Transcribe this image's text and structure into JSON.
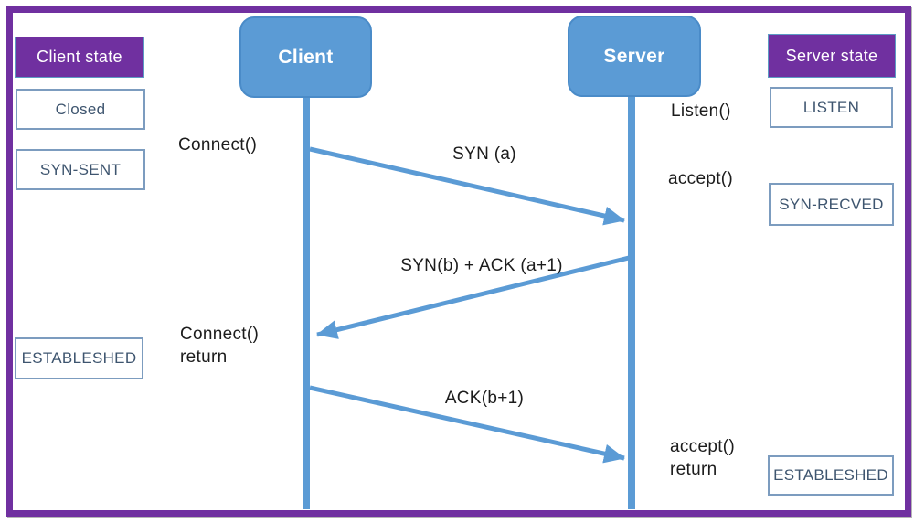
{
  "colors": {
    "frame_purple": "#7030A0",
    "actor_blue": "#5B9BD5",
    "actor_border_blue": "#4A8BC8",
    "wire_blue": "#5B9BD5",
    "state_box_border": "#7C9CBF",
    "state_text": "#3E556F",
    "label_text": "#1C1C1C"
  },
  "actors": {
    "client": "Client",
    "server": "Server"
  },
  "left_column": {
    "header": "Client state",
    "states": {
      "closed": "Closed",
      "syn_sent": "SYN-SENT",
      "established": "ESTABLESHED"
    }
  },
  "right_column": {
    "header": "Server state",
    "states": {
      "listen": "LISTEN",
      "syn_recved": "SYN-RECVED",
      "established": "ESTABLESHED"
    }
  },
  "calls": {
    "connect": "Connect()",
    "listen": "Listen()",
    "accept": "accept()",
    "connect_return_l1": "Connect()",
    "connect_return_l2": "return",
    "accept_return_l1": "accept()",
    "accept_return_l2": "return"
  },
  "messages": {
    "syn": "SYN (a)",
    "syn_ack": "SYN(b) + ACK (a+1)",
    "ack": "ACK(b+1)"
  }
}
